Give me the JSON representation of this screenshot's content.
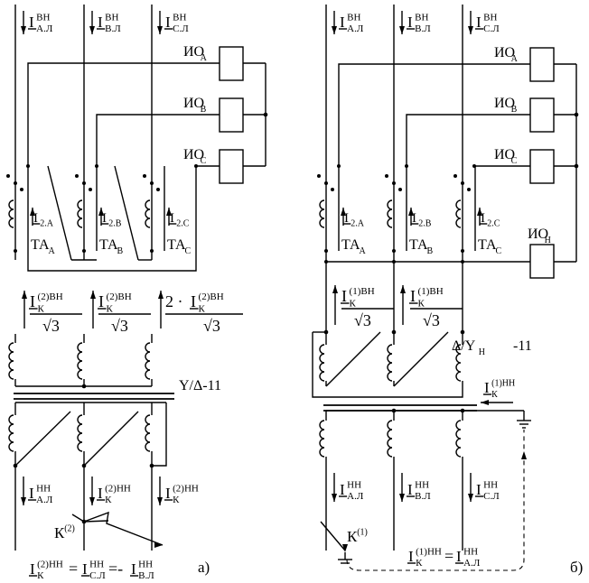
{
  "panel_a": {
    "top_currents": [
      {
        "main": "I",
        "sup": "ВН",
        "sub": "А.Л"
      },
      {
        "main": "I",
        "sup": "ВН",
        "sub": "В.Л"
      },
      {
        "main": "I",
        "sup": "ВН",
        "sub": "С.Л"
      }
    ],
    "relays": [
      {
        "main": "ИО",
        "sub": "А"
      },
      {
        "main": "ИО",
        "sub": "В"
      },
      {
        "main": "ИО",
        "sub": "С"
      }
    ],
    "ct_currents": [
      {
        "main": "I",
        "sub": "2.А"
      },
      {
        "main": "I",
        "sub": "2.В"
      },
      {
        "main": "I",
        "sub": "2.С"
      }
    ],
    "ct_labels": [
      {
        "main": "ТА",
        "sub": "А"
      },
      {
        "main": "ТА",
        "sub": "В"
      },
      {
        "main": "ТА",
        "sub": "С"
      }
    ],
    "fractions": [
      {
        "coef": "",
        "main": "I",
        "sup": "(2)ВН",
        "sub": "К",
        "denom": "√3"
      },
      {
        "coef": "",
        "main": "I",
        "sup": "(2)ВН",
        "sub": "К",
        "denom": "√3"
      },
      {
        "coef": "2 ·",
        "main": "I",
        "sup": "(2)ВН",
        "sub": "К",
        "denom": "√3"
      }
    ],
    "transformer_label": "Y/Δ-11",
    "bottom_currents": [
      {
        "main": "I",
        "sup": "НН",
        "sub": "А.Л"
      },
      {
        "main": "I",
        "sup": "(2)НН",
        "sub": "К"
      },
      {
        "main": "I",
        "sup": "(2)НН",
        "sub": "К"
      }
    ],
    "fault": {
      "main": "К",
      "sup": "(2)"
    },
    "equation": {
      "lhs": {
        "main": "I",
        "sup": "(2)НН",
        "sub": "К"
      },
      "eq1": "=",
      "mid": {
        "main": "I",
        "sup": "НН",
        "sub": "С.Л"
      },
      "eq2": "=-",
      "rhs": {
        "main": "I",
        "sup": "НН",
        "sub": "В.Л"
      }
    },
    "caption": "а)"
  },
  "panel_b": {
    "top_currents": [
      {
        "main": "I",
        "sup": "ВН",
        "sub": "А.Л"
      },
      {
        "main": "I",
        "sup": "ВН",
        "sub": "В.Л"
      },
      {
        "main": "I",
        "sup": "ВН",
        "sub": "С.Л"
      }
    ],
    "relays": [
      {
        "main": "ИО",
        "sub": "А"
      },
      {
        "main": "ИО",
        "sub": "В"
      },
      {
        "main": "ИО",
        "sub": "С"
      },
      {
        "main": "ИО",
        "sub": "Н"
      }
    ],
    "ct_currents": [
      {
        "main": "I",
        "sub": "2.А"
      },
      {
        "main": "I",
        "sub": "2.В"
      },
      {
        "main": "I",
        "sub": "2.С"
      }
    ],
    "ct_labels": [
      {
        "main": "ТА",
        "sub": "А"
      },
      {
        "main": "ТА",
        "sub": "В"
      },
      {
        "main": "ТА",
        "sub": "С"
      }
    ],
    "fractions": [
      {
        "main": "I",
        "sup": "(1)ВН",
        "sub": "К",
        "denom": "√3"
      },
      {
        "main": "I",
        "sup": "(1)ВН",
        "sub": "К",
        "denom": "√3"
      }
    ],
    "transformer_label": {
      "main": "Δ/Y",
      "sub": "Н",
      "tail": "-11"
    },
    "neutral_current": {
      "main": "I",
      "sup": "(1)НН",
      "sub": "К"
    },
    "bottom_currents": [
      {
        "main": "I",
        "sup": "НН",
        "sub": "А.Л"
      },
      {
        "main": "I",
        "sup": "НН",
        "sub": "В.Л"
      },
      {
        "main": "I",
        "sup": "НН",
        "sub": "С.Л"
      }
    ],
    "fault": {
      "main": "К",
      "sup": "(1)"
    },
    "equation": {
      "lhs": {
        "main": "I",
        "sup": "(1)НН",
        "sub": "К"
      },
      "eq1": "=",
      "rhs": {
        "main": "I",
        "sup": "НН",
        "sub": "А.Л"
      }
    },
    "caption": "б)"
  }
}
